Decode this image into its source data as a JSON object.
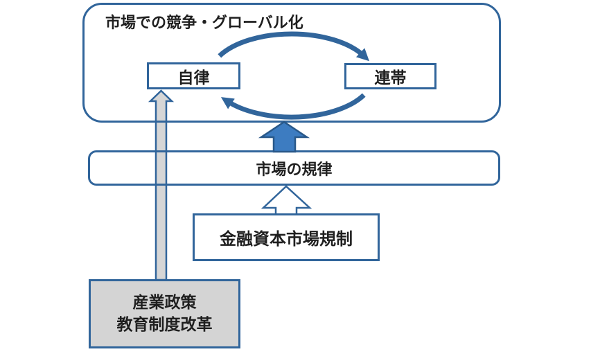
{
  "colors": {
    "line": "#31659B",
    "arrow_fill": "#3D7CC1",
    "arrow_stroke": "#295889",
    "gray_fill": "#D6D6D6",
    "box_gray_fill": "#D4D4D4",
    "text": "#1F1F1F"
  },
  "outer_box": {
    "title": "市場での競争・グローバル化"
  },
  "cycle": {
    "left_label": "自律",
    "right_label": "連帯"
  },
  "market_discipline": {
    "label": "市場の規律"
  },
  "regulation_box": {
    "label": "金融資本市場規制"
  },
  "policy_box": {
    "line1": "産業政策",
    "line2": "教育制度改革"
  }
}
